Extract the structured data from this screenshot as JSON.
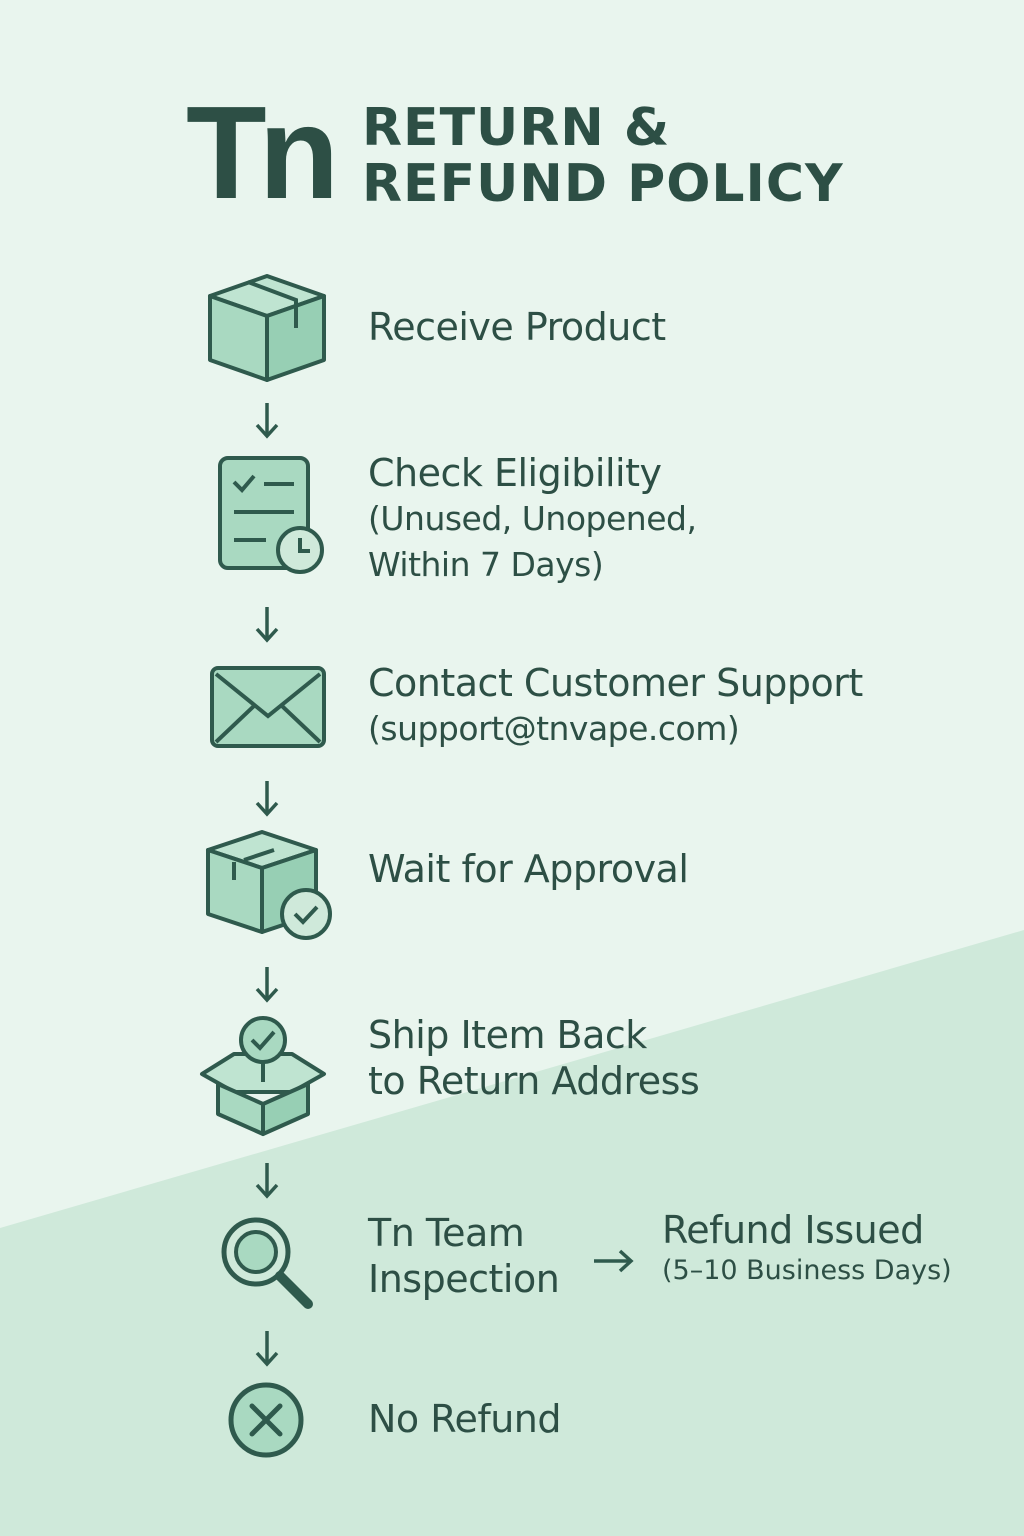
{
  "header": {
    "logo": "Tn",
    "title_line1": "RETURN &",
    "title_line2": "REFUND POLICY"
  },
  "steps": [
    {
      "icon": "box-icon",
      "label": "Receive Product"
    },
    {
      "icon": "checklist-clock-icon",
      "label": "Check Eligibility",
      "detail_line1": "(Unused, Unopened,",
      "detail_line2": "Within 7 Days)"
    },
    {
      "icon": "envelope-icon",
      "label": "Contact Customer Support",
      "detail_line1": "(support@tnvape.com)"
    },
    {
      "icon": "box-check-icon",
      "label": "Wait for Approval"
    },
    {
      "icon": "open-box-check-icon",
      "label_line1": "Ship Item Back",
      "label_line2": "to Return Address"
    },
    {
      "icon": "magnifier-icon",
      "label_line1": "Tn Team",
      "label_line2": "Inspection"
    },
    {
      "icon": "x-circle-icon",
      "label": "No Refund"
    }
  ],
  "refund_branch": {
    "label": "Refund Issued",
    "detail": "(5–10 Business Days)"
  },
  "colors": {
    "background": "#e8f4ec",
    "lower_band": "#cfe9da",
    "text": "#2d4f45",
    "icon_fill": "#a9d9c1",
    "icon_stroke": "#2f5a4d"
  }
}
